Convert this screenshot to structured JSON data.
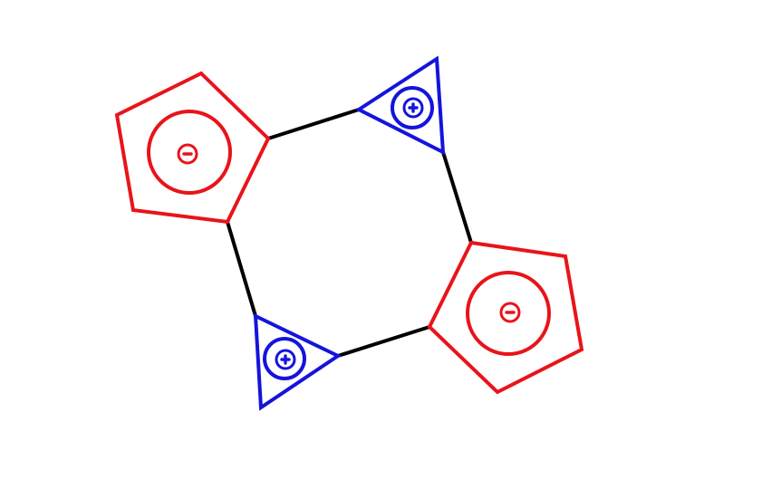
{
  "colors": {
    "bond": "#000000",
    "cyclopentadienide": "#e8141a",
    "cyclopropenium": "#1414dc",
    "background": "#ffffff"
  },
  "molecule": {
    "ring_types": [
      "cyclopentadienide",
      "cyclopropenium",
      "cyclopentadienide",
      "cyclopropenium"
    ],
    "charges": [
      "negative",
      "positive",
      "negative",
      "positive"
    ],
    "bond_color_name": "black"
  }
}
